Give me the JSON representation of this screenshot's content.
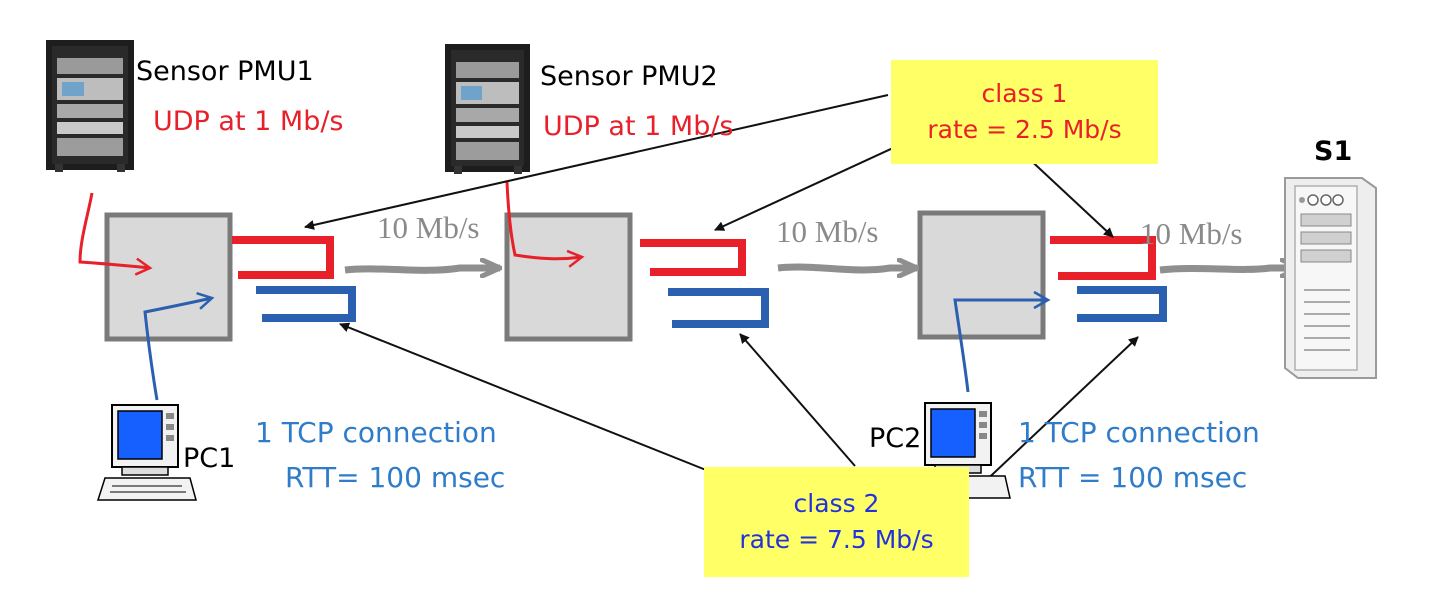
{
  "devices": {
    "pmu1": {
      "label": "Sensor PMU1",
      "traffic": "UDP at 1 Mb/s",
      "icon": "server-rack-icon"
    },
    "pmu2": {
      "label": "Sensor PMU2",
      "traffic": "UDP at 1 Mb/s",
      "icon": "server-rack-icon"
    },
    "pc1": {
      "label": "PC1",
      "traffic_line1": "1 TCP connection",
      "traffic_line2": "RTT= 100 msec",
      "icon": "computer-icon"
    },
    "pc2": {
      "label": "PC2",
      "traffic_line1": "1 TCP connection",
      "traffic_line2": "RTT = 100 msec",
      "icon": "computer-icon"
    },
    "s1": {
      "label": "S1",
      "icon": "tower-server-icon"
    }
  },
  "links": {
    "link1": "10 Mb/s",
    "link2": "10 Mb/s",
    "link3": "10 Mb/s"
  },
  "classes": {
    "class1": {
      "title": "class 1",
      "rate": "rate = 2.5 Mb/s",
      "color": "#e8202a"
    },
    "class2": {
      "title": "class 2",
      "rate": "rate = 7.5 Mb/s",
      "color": "#2233dd"
    }
  },
  "colors": {
    "udp_queue": "#e8202a",
    "tcp_queue": "#2b5fb0",
    "link_arrow": "#8f8f8f",
    "router_fill": "#d9d9d9",
    "router_border": "#7a7a7a",
    "note_fill": "#ffff66"
  }
}
